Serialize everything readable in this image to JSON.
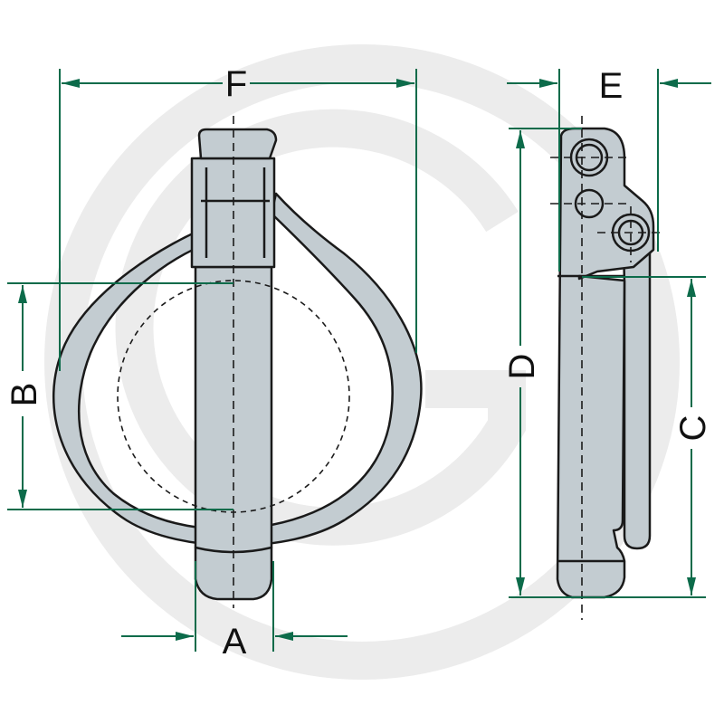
{
  "diagram": {
    "colors": {
      "dimension": "#0c6b4a",
      "part_fill": "#c3ccd1",
      "outline": "#1a1a1a",
      "watermark": "#ececec"
    },
    "labels": {
      "A": "A",
      "B": "B",
      "C": "C",
      "D": "D",
      "E": "E",
      "F": "F"
    }
  }
}
